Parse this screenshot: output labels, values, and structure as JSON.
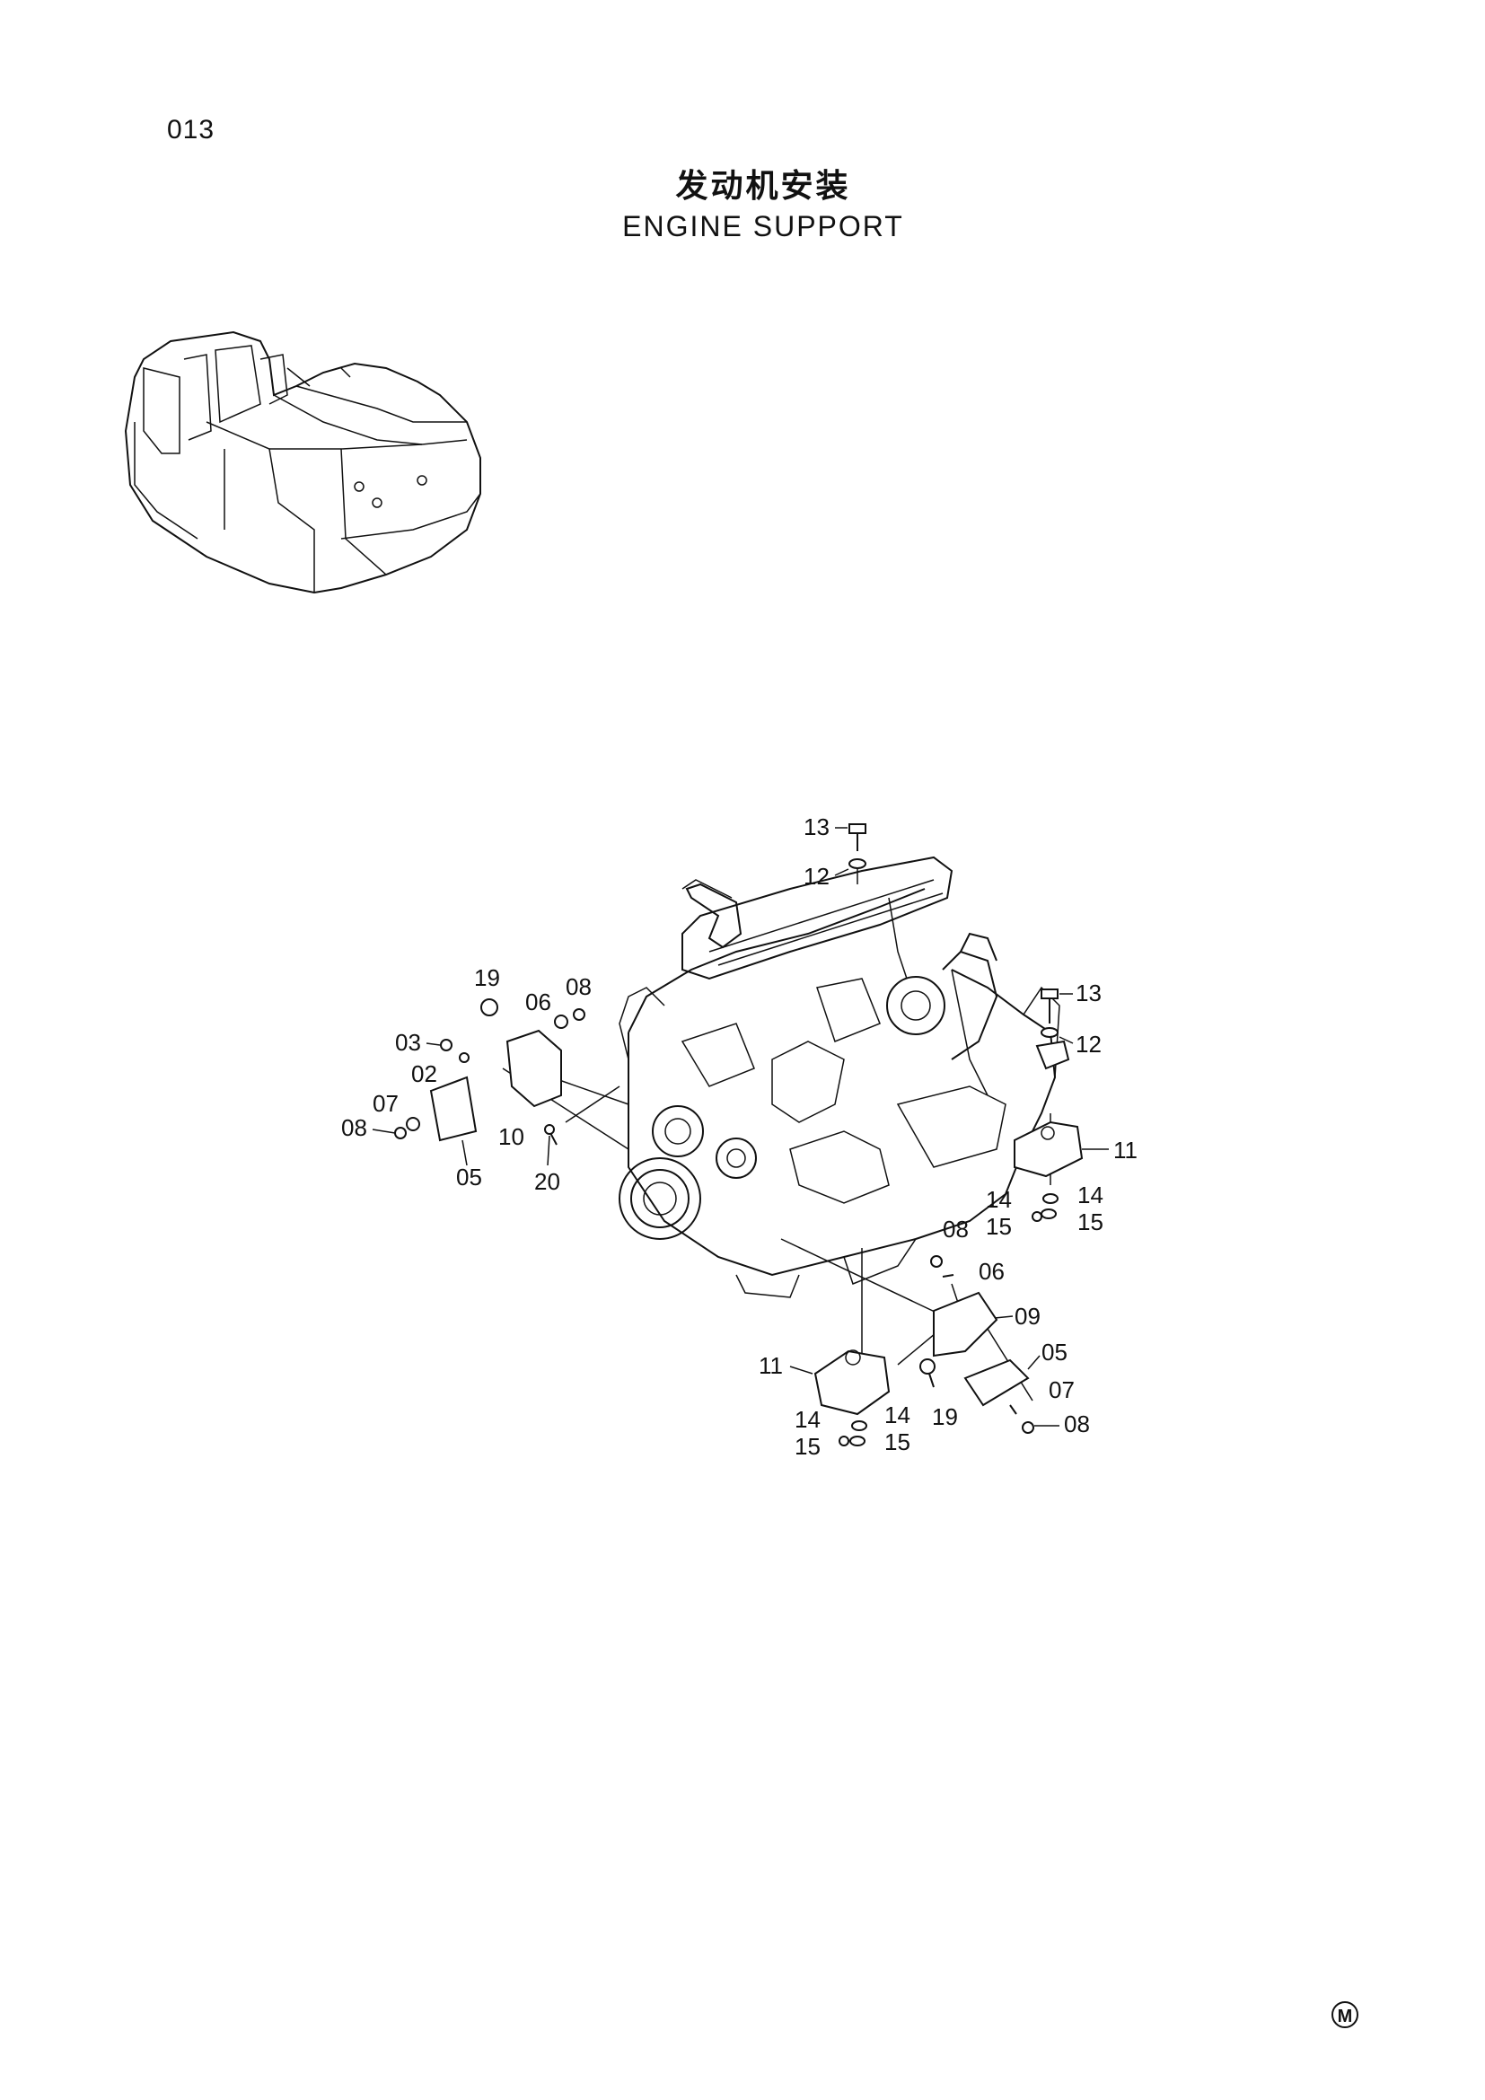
{
  "page_number": "013",
  "title_cn": "发动机安装",
  "title_en": "ENGINE SUPPORT",
  "footer_mark": "M",
  "callouts": [
    {
      "id": "c13a",
      "text": "13"
    },
    {
      "id": "c12a",
      "text": "12"
    },
    {
      "id": "c19a",
      "text": "19"
    },
    {
      "id": "c06a",
      "text": "06"
    },
    {
      "id": "c08a",
      "text": "08"
    },
    {
      "id": "c03",
      "text": "03"
    },
    {
      "id": "c02",
      "text": "02"
    },
    {
      "id": "c07a",
      "text": "07"
    },
    {
      "id": "c08b",
      "text": "08"
    },
    {
      "id": "c10",
      "text": "10"
    },
    {
      "id": "c05a",
      "text": "05"
    },
    {
      "id": "c20",
      "text": "20"
    },
    {
      "id": "c13b",
      "text": "13"
    },
    {
      "id": "c12b",
      "text": "12"
    },
    {
      "id": "c11a",
      "text": "11"
    },
    {
      "id": "c14a",
      "text": "14"
    },
    {
      "id": "c14b",
      "text": "14"
    },
    {
      "id": "c15a",
      "text": "15"
    },
    {
      "id": "c15b",
      "text": "15"
    },
    {
      "id": "c08c",
      "text": "08"
    },
    {
      "id": "c06b",
      "text": "06"
    },
    {
      "id": "c09",
      "text": "09"
    },
    {
      "id": "c05b",
      "text": "05"
    },
    {
      "id": "c11b",
      "text": "11"
    },
    {
      "id": "c19b",
      "text": "19"
    },
    {
      "id": "c07b",
      "text": "07"
    },
    {
      "id": "c08d",
      "text": "08"
    },
    {
      "id": "c14c",
      "text": "14"
    },
    {
      "id": "c14d",
      "text": "14"
    },
    {
      "id": "c15c",
      "text": "15"
    },
    {
      "id": "c15d",
      "text": "15"
    }
  ]
}
